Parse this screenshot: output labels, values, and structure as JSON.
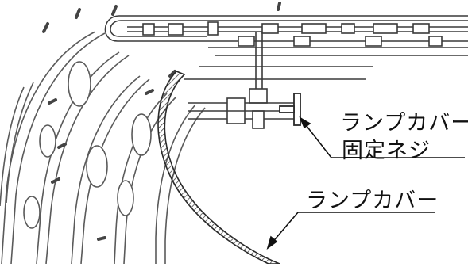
{
  "labels": {
    "screw_line1": "ランプカバー",
    "screw_line2": "固定ネジ",
    "cover": "ランプカバー"
  },
  "colors": {
    "line": "#2a2a2a",
    "light_line": "#6b6b6b",
    "hatch": "#444444",
    "background": "#ffffff"
  }
}
